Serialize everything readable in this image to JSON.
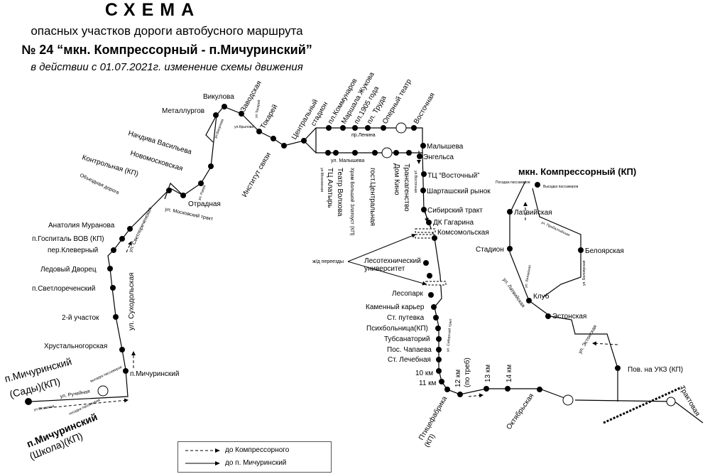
{
  "header": {
    "title": "СХЕМА",
    "subtitle": "опасных участков дороги  автобусного маршрута",
    "route": "№ 24 “мкн. Компрессорный - п.Мичуринский”",
    "note": "в действии с 01.07.2021г. изменение схемы движения"
  },
  "terminals": {
    "sady_1": "п.Мичуринский",
    "sady_2": "(Сады)(КП)",
    "school_1": "п.Мичуринский",
    "school_2": "(Школа)(КП)",
    "kompressorny": "мкн. Компрессорный (КП)"
  },
  "stops": {
    "michurinsky": "п.Мичуринский",
    "khrustalnogorskaya": "Хрустальногорская",
    "uchastok2": "2-й участок",
    "svetlorechensky": "п.Светлореченский",
    "ledovy": "Ледовый Дворец",
    "kleverny": "пер.Клеверный",
    "gospital": "п.Госпиталь ВОВ (КП)",
    "muranova": "Анатолия Муранова",
    "kontrolnaya": "Контрольная (КП)",
    "otradnaya": "Отрадная",
    "novomoskovskaya": "Новомосковская",
    "nachdiva": "Начдива Васильева",
    "metallurgov": "Металлургов",
    "vikulova": "Викулова",
    "zavodskaya": "Заводская",
    "tokarey": "Токарей",
    "institut": "Институт связи",
    "stadion_c1": "Центральный",
    "stadion_c2": "стадион",
    "kommunarov": "пл.Коммунаров",
    "zhukova": "Маршала Жукова",
    "pl1905": "пл.1905 года",
    "truda": "пл. Труда",
    "opera": "Оперный театр",
    "vostochnaya": "Восточная",
    "altyr": "ТЦ Алатырь",
    "volkova": "Театр Волхова",
    "khram": "Храм Большой Златоуст (КП)",
    "centralnaya": "гост.Центральная",
    "domkino": "Дом Кино",
    "transagentstvo": "Трансагенство",
    "malysheva": "Малышева",
    "engelsa": "Энгельса",
    "tc_vostochny": "ТЦ “Восточный”",
    "shartash": "Шарташский рынок",
    "sibirsky": "Сибирский тракт",
    "gagarina": "ДК Гагарина",
    "komsomolskaya": "Комсомольская",
    "lesotech_1": "Лесотехнический",
    "lesotech_2": "университет",
    "lesopark": "Лесопарк",
    "karer": "Каменный карьер",
    "putevka": "Ст. путевка",
    "psikh": "Психбольница(КП)",
    "tubsan": "Тубсанаторий",
    "chapaeva": "Пос. Чапаева",
    "lechebnaya": "Ст. Лечебная",
    "km10": "10 км",
    "km11": "11 км",
    "ptitsefabrika_1": "Птицефабрика",
    "ptitsefabrika_2": "(КП)",
    "km12_1": "12 км",
    "km12_2": "(по треб)",
    "km13": "13 км",
    "km14": "14 км",
    "oktyabrskaya": "Октябрьская",
    "ukz": "Пов. на УКЗ (КП)",
    "estonskaya": "Эстонская",
    "klub": "Клуб",
    "stadion": "Стадион",
    "belojarskaya": "Белоярская",
    "latviyskaya": "Латвийская"
  },
  "streets": {
    "ruchejnaya": "ул. Ручейная",
    "osokovaya": "ул.Осоковая",
    "vysadka": "высадка пассажиров",
    "posadka": "посадка пассажиров",
    "sukholskaya": "ул. Суходольская",
    "svetlorechenskaya": "ул. Светлореченская",
    "obieezdnaya": "Объездная дорога",
    "moskovsky": "ул. Московский тракт",
    "raevo": "ул. Раевa",
    "vikulova": "ул.Викулова",
    "tokarey": "ул.Токарей",
    "krylova": "ул.Крылова",
    "lenina": "пр.Ленина",
    "malysheva": "ул. Малышева",
    "moskovskaya": "ул.Московская",
    "vostochnaya": "ул.Восточная",
    "zhd": "ж/д переезды",
    "sibirsky": "ул. Сибирский тракт",
    "pribaltiyskaya": "ул. Прибалтийская",
    "latviyskaya": "ул. Латвийская",
    "litovskaya": "ул. Литовская",
    "belojarskaya": "ул. Белоярская",
    "estonskaya": "ул. Эстонская",
    "traktovaya": "Трактовая",
    "posadka_k": "Посадка пассажиров",
    "vysadka_k": "Высадка пассажиров"
  },
  "legend": {
    "dashed": "до  Компрессорного",
    "solid": "до п. Мичуринский"
  }
}
